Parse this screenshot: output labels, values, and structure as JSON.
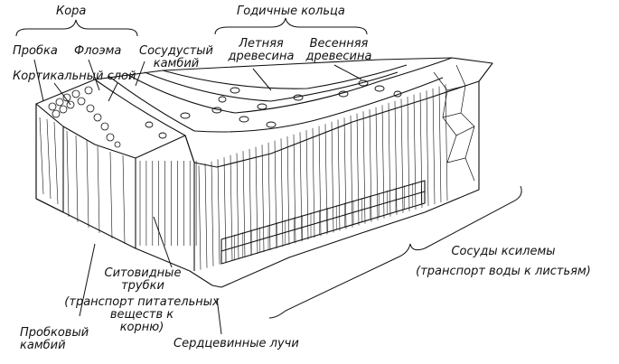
{
  "labels": {
    "kora": "Кора",
    "rings": "Годичные кольца",
    "probka": "Пробка",
    "floema": "Флоэма",
    "vasc_cambium_1": "Сосудустый",
    "vasc_cambium_2": "камбий",
    "cortical": "Кортикальный слой",
    "summer_1": "Летняя",
    "summer_2": "древесина",
    "spring_1": "Весенняя",
    "spring_2": "древесина",
    "xylem_1": "Сосуды ксилемы",
    "xylem_2": "(транспорт воды к листьям)",
    "sieve_1": "Ситовидные",
    "sieve_2": "трубки",
    "sieve_3": "(транспорт питательных",
    "sieve_4": "веществ к",
    "sieve_5": "корню)",
    "cork_cambium_1": "Пробковый",
    "cork_cambium_2": "камбий",
    "rays": "Сердцевинные лучи"
  },
  "colors": {
    "ink": "#111111",
    "background": "#ffffff"
  }
}
